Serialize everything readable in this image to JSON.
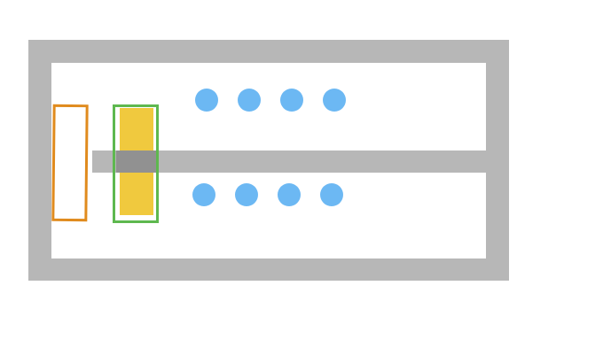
{
  "scene": {
    "walls": [
      "top",
      "bottom",
      "left",
      "right"
    ],
    "colors": {
      "wall": "#b7b7b7",
      "player_outline": "#e08b1e",
      "target_outline": "#5eb84f",
      "block": "#f0c93e",
      "connector": "#919191",
      "dot": "#6cb8f3",
      "background": "#ffffff"
    },
    "dots_top_count": 4,
    "dots_bottom_count": 4
  }
}
